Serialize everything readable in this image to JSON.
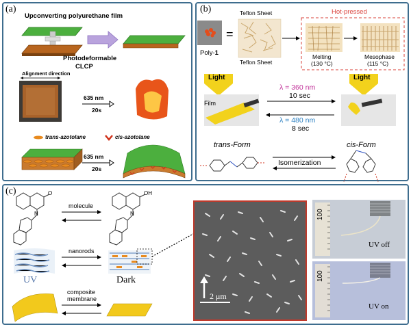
{
  "panel_a": {
    "label": "(a)",
    "film_label": "Upconverting polyurethane film",
    "clcp_label_1": "Photodeformable",
    "clcp_label_2": "CLCP",
    "alignment_label": "Alignment direction",
    "wavelength_1": "635 nm",
    "time_1": "20s",
    "legend_trans": "trans-azotolane",
    "legend_cis": "cis-azotolane",
    "wavelength_2": "635 nm",
    "time_2": "20s"
  },
  "panel_b": {
    "label": "(b)",
    "hot_pressed": "Hot-pressed",
    "teflon_top": "Teflon Sheet",
    "teflon_bottom": "Teflon Sheet",
    "poly_label": "Poly-",
    "poly_num": "1",
    "equals": "=",
    "melting": "Melting",
    "melting_temp": "(130 °C)",
    "mesophase": "Mesophase",
    "mesophase_temp": "(115 °C)",
    "light_left": "Light",
    "light_right": "Light",
    "film": "Film",
    "lambda_1": "λ = 360 nm",
    "time_1": "10 sec",
    "lambda_2": "λ = 480 nm",
    "time_2": "8 sec",
    "trans_form": "trans-Form",
    "cis_form": "cis-Form",
    "isomerization": "Isomerization"
  },
  "panel_c": {
    "label": "(c)",
    "molecule": "molecule",
    "nanorods": "nanorods",
    "composite_1": "composite",
    "composite_2": "membrane",
    "uv": "UV",
    "dark": "Dark",
    "scale": "2 μm",
    "ruler_top": "100",
    "ruler_bottom": "100",
    "uv_off": "UV off",
    "uv_on": "UV on",
    "oh_label": "OH",
    "o_label": "O",
    "n_label_1": "N",
    "n_label_2": "N"
  },
  "colors": {
    "panel_border": "#3e6d8e",
    "green_film": "#4caf3e",
    "brown_clcp": "#b8651e",
    "hot_pressed_red": "#d9403a",
    "lambda_pink": "#c2339a",
    "lambda_blue": "#2a7fc1",
    "light_yellow": "#f2d21c",
    "sem_border": "#c0392b",
    "uv_blue": "#5577aa"
  }
}
